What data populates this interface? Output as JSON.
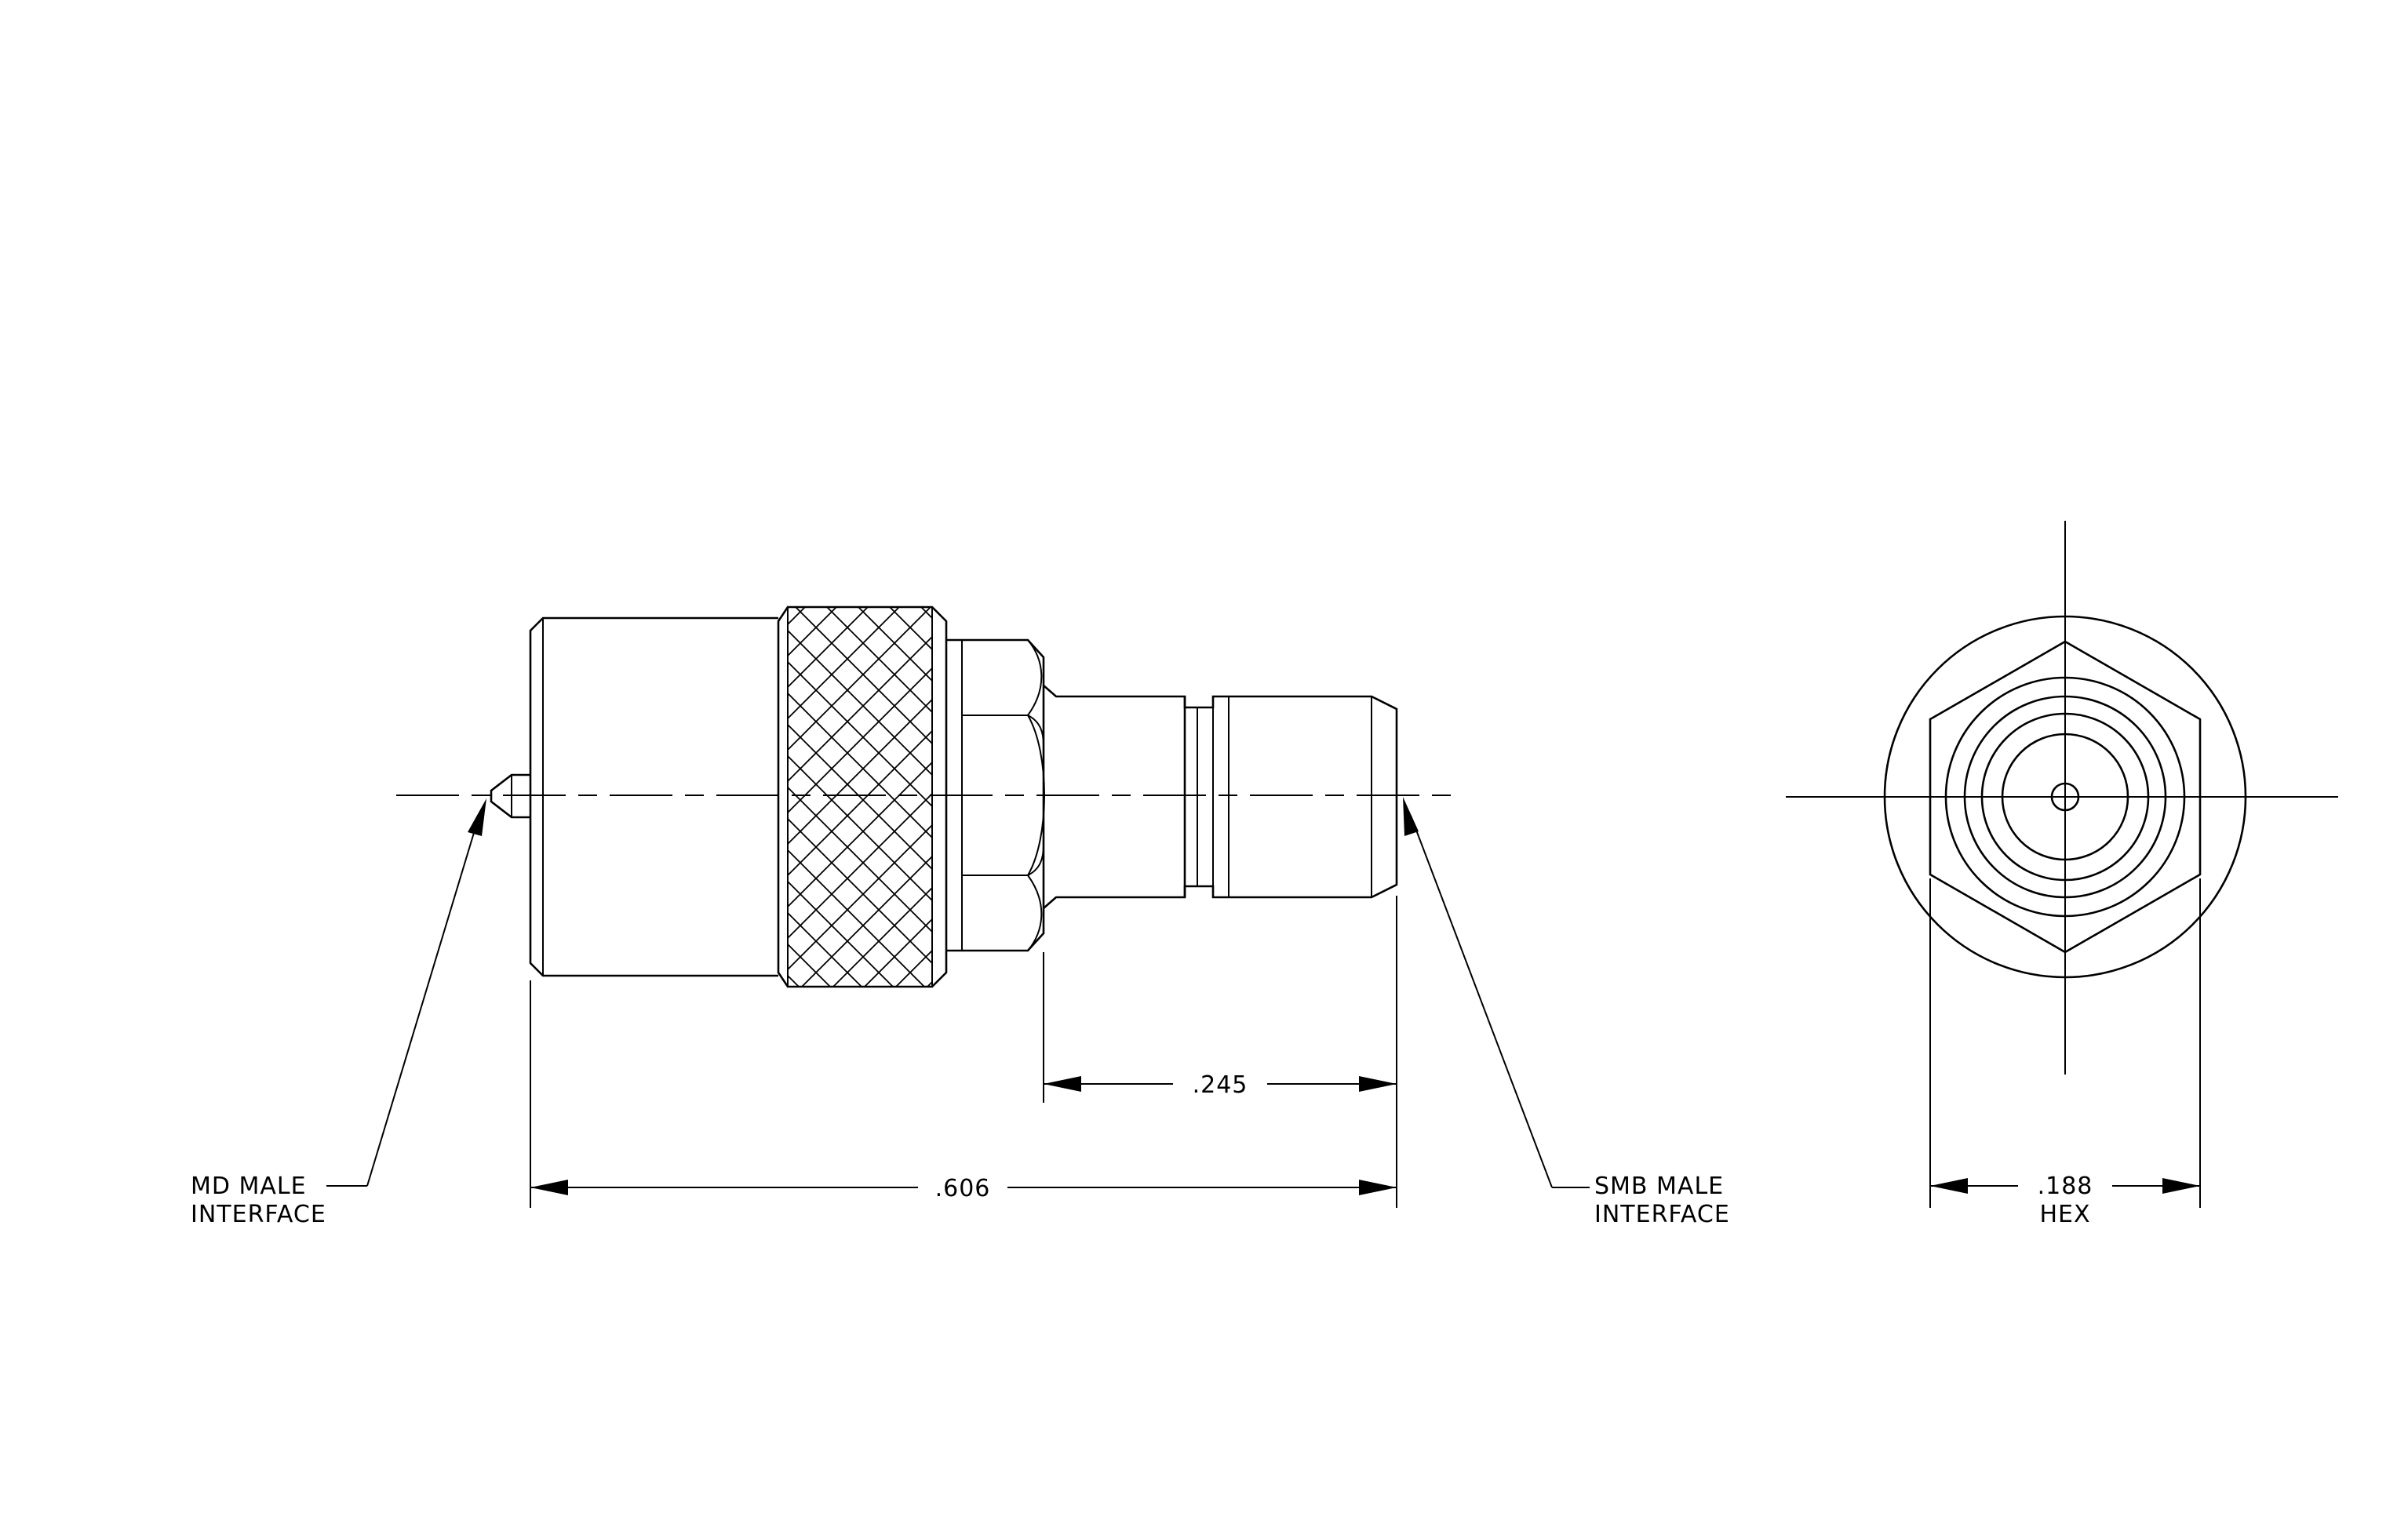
{
  "labels": {
    "md_line1": "MD MALE",
    "md_line2": "INTERFACE",
    "smb_line1": "SMB MALE",
    "smb_line2": "INTERFACE",
    "hex_line2": "HEX"
  },
  "dimensions": {
    "overall_length": ".606",
    "smb_length": ".245",
    "hex_size": ".188"
  }
}
